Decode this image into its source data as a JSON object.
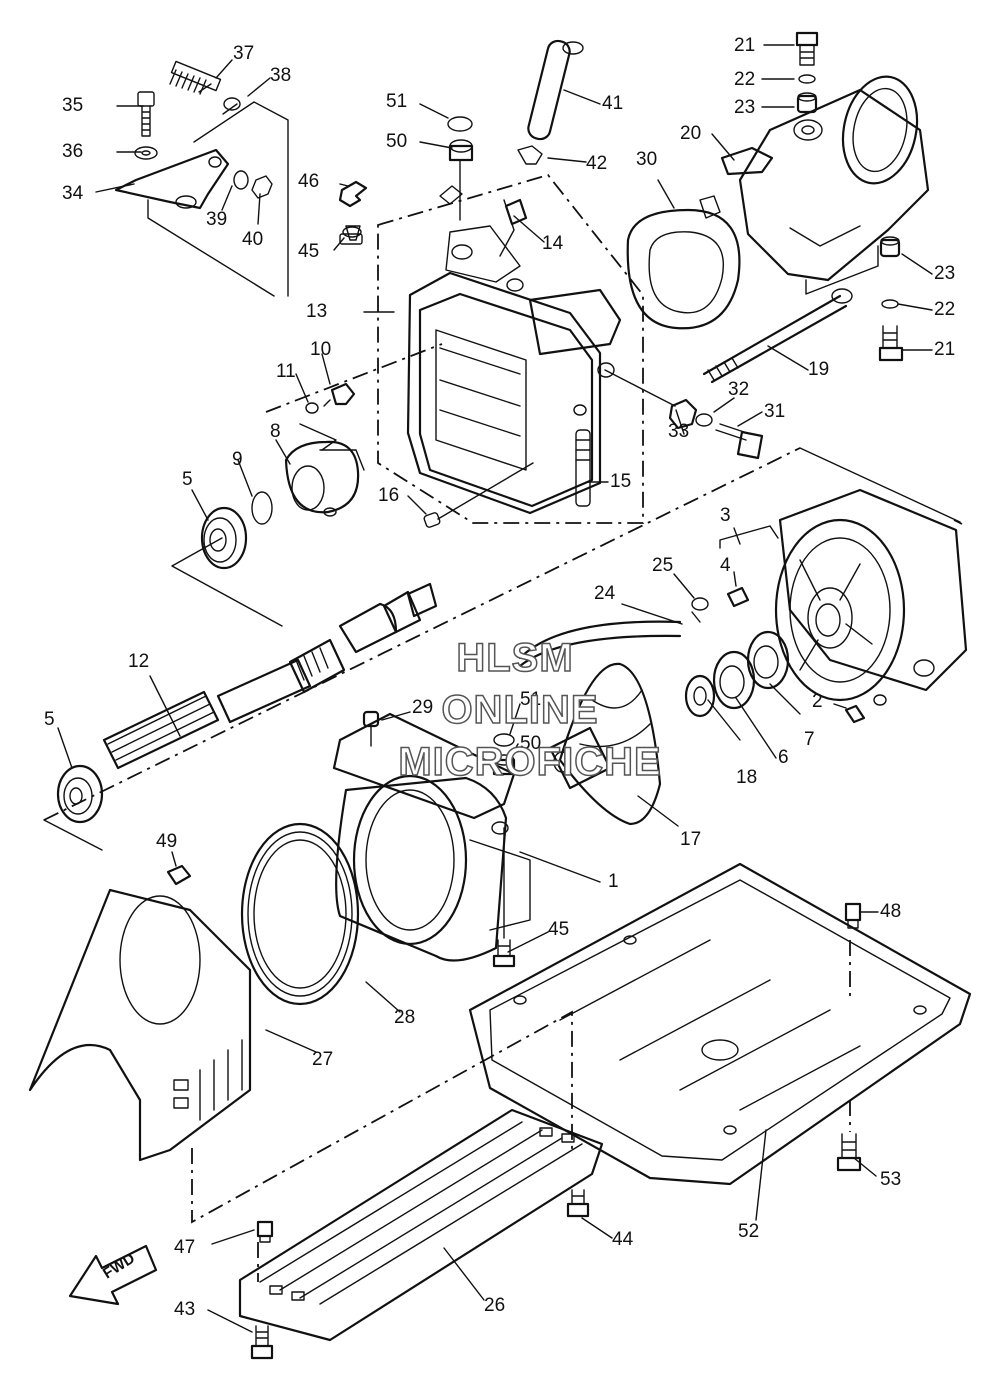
{
  "watermark": {
    "line1": "HLSM",
    "line2": "ONLINE",
    "line3": "MICROFICHE"
  },
  "direction_label": "FWD",
  "callouts": [
    {
      "id": "c37",
      "label": "37"
    },
    {
      "id": "c38",
      "label": "38"
    },
    {
      "id": "c35",
      "label": "35"
    },
    {
      "id": "c36",
      "label": "36"
    },
    {
      "id": "c34",
      "label": "34"
    },
    {
      "id": "c39",
      "label": "39"
    },
    {
      "id": "c40",
      "label": "40"
    },
    {
      "id": "c51a",
      "label": "51"
    },
    {
      "id": "c50a",
      "label": "50"
    },
    {
      "id": "c41",
      "label": "41"
    },
    {
      "id": "c42",
      "label": "42"
    },
    {
      "id": "c46",
      "label": "46"
    },
    {
      "id": "c14",
      "label": "14"
    },
    {
      "id": "c45a",
      "label": "45"
    },
    {
      "id": "c13",
      "label": "13"
    },
    {
      "id": "c30",
      "label": "30"
    },
    {
      "id": "c20",
      "label": "20"
    },
    {
      "id": "c21a",
      "label": "21"
    },
    {
      "id": "c22a",
      "label": "22"
    },
    {
      "id": "c23a",
      "label": "23"
    },
    {
      "id": "c23b",
      "label": "23"
    },
    {
      "id": "c22b",
      "label": "22"
    },
    {
      "id": "c21b",
      "label": "21"
    },
    {
      "id": "c19",
      "label": "19"
    },
    {
      "id": "c10",
      "label": "10"
    },
    {
      "id": "c11",
      "label": "11"
    },
    {
      "id": "c8",
      "label": "8"
    },
    {
      "id": "c9",
      "label": "9"
    },
    {
      "id": "c5a",
      "label": "5"
    },
    {
      "id": "c16",
      "label": "16"
    },
    {
      "id": "c15",
      "label": "15"
    },
    {
      "id": "c32",
      "label": "32"
    },
    {
      "id": "c31",
      "label": "31"
    },
    {
      "id": "c33",
      "label": "33"
    },
    {
      "id": "c3",
      "label": "3"
    },
    {
      "id": "c4",
      "label": "4"
    },
    {
      "id": "c25",
      "label": "25"
    },
    {
      "id": "c24",
      "label": "24"
    },
    {
      "id": "c12",
      "label": "12"
    },
    {
      "id": "c5b",
      "label": "5"
    },
    {
      "id": "c29",
      "label": "29"
    },
    {
      "id": "c51b",
      "label": "51"
    },
    {
      "id": "c50b",
      "label": "50"
    },
    {
      "id": "c2",
      "label": "2"
    },
    {
      "id": "c7",
      "label": "7"
    },
    {
      "id": "c6",
      "label": "6"
    },
    {
      "id": "c18",
      "label": "18"
    },
    {
      "id": "c17",
      "label": "17"
    },
    {
      "id": "c1",
      "label": "1"
    },
    {
      "id": "c49",
      "label": "49"
    },
    {
      "id": "c48",
      "label": "48"
    },
    {
      "id": "c45b",
      "label": "45"
    },
    {
      "id": "c28",
      "label": "28"
    },
    {
      "id": "c27",
      "label": "27"
    },
    {
      "id": "c53",
      "label": "53"
    },
    {
      "id": "c52",
      "label": "52"
    },
    {
      "id": "c47",
      "label": "47"
    },
    {
      "id": "c44",
      "label": "44"
    },
    {
      "id": "c26",
      "label": "26"
    },
    {
      "id": "c43",
      "label": "43"
    }
  ]
}
